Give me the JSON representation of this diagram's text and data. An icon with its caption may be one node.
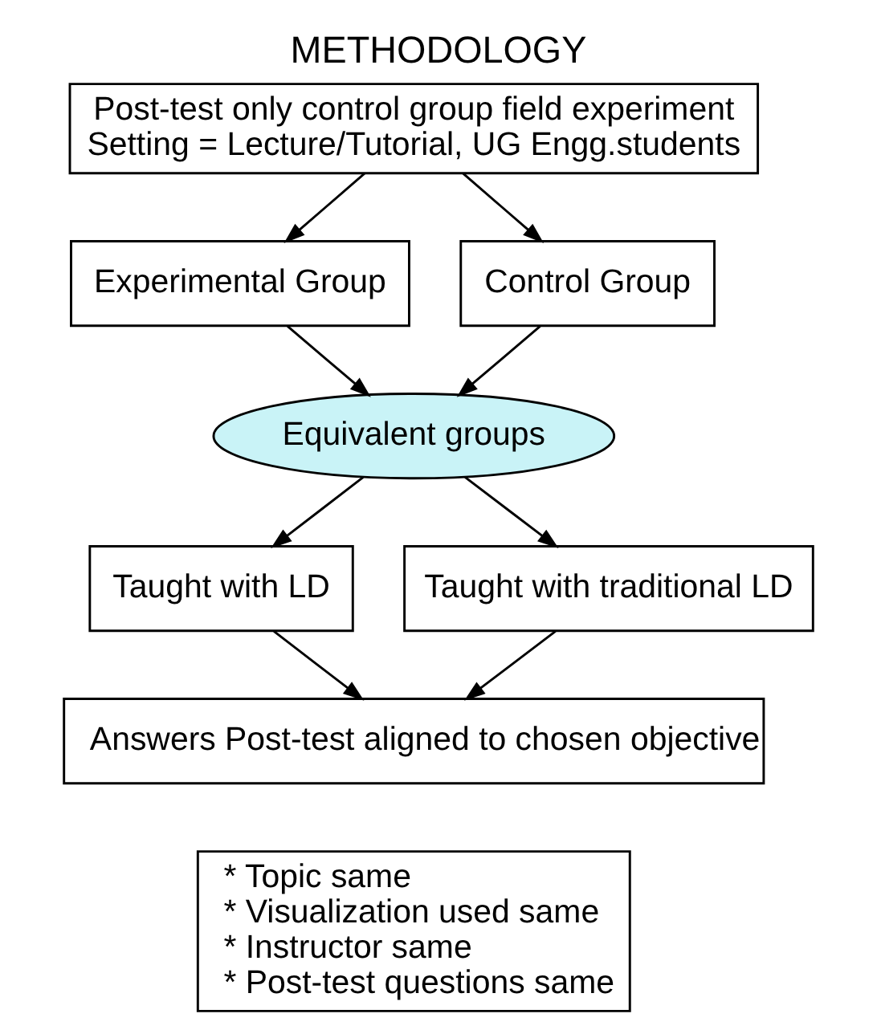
{
  "diagram": {
    "title": "METHODOLOGY",
    "nodes": [
      {
        "text": [
          "Post-test only control group field experiment",
          "Setting = Lecture/Tutorial, UG Engg.students"
        ]
      },
      {
        "text": [
          "Experimental Group"
        ]
      },
      {
        "text": [
          "Control Group"
        ]
      },
      {
        "text": [
          "Equivalent groups"
        ]
      },
      {
        "text": [
          "Taught with LD"
        ]
      },
      {
        "text": [
          "Taught with traditional LD"
        ]
      },
      {
        "text": [
          "Answers Post-test aligned to chosen objective"
        ]
      },
      {
        "text": [
          "* Topic same",
          "* Visualization used same",
          "* Instructor same",
          "* Post-test questions same"
        ]
      }
    ],
    "edges": [
      {
        "from": 0,
        "to": 1,
        "arrow": "to"
      },
      {
        "from": 0,
        "to": 2,
        "arrow": "to"
      },
      {
        "from": 1,
        "to": 3,
        "arrow": "to"
      },
      {
        "from": 2,
        "to": 3,
        "arrow": "to"
      },
      {
        "from": 3,
        "to": 4,
        "arrow": "to"
      },
      {
        "from": 3,
        "to": 5,
        "arrow": "to"
      },
      {
        "from": 4,
        "to": 6,
        "arrow": "to"
      },
      {
        "from": 5,
        "to": 6,
        "arrow": "to"
      }
    ]
  }
}
